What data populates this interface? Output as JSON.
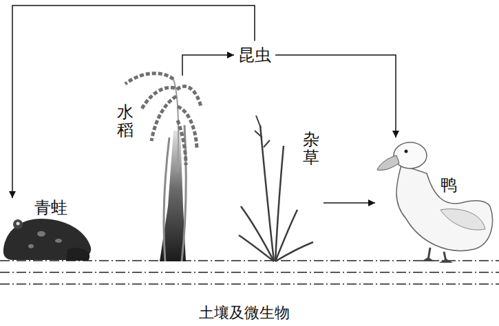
{
  "diagram": {
    "nodes": [
      {
        "text": [
          "昆虫"
        ]
      },
      {
        "text": [
          "水稻"
        ]
      },
      {
        "text": [
          "杂草"
        ]
      },
      {
        "text": [
          "青蛙"
        ]
      },
      {
        "text": [
          "鸭"
        ]
      }
    ],
    "edges": [
      {
        "from": 1,
        "to": 0,
        "arrow": "to"
      },
      {
        "from": 0,
        "to": 3,
        "arrow": "to"
      },
      {
        "from": 0,
        "to": 4,
        "arrow": "to"
      },
      {
        "from": 2,
        "to": 4,
        "arrow": "to"
      }
    ],
    "labels": [
      "土壤及微生物"
    ]
  }
}
